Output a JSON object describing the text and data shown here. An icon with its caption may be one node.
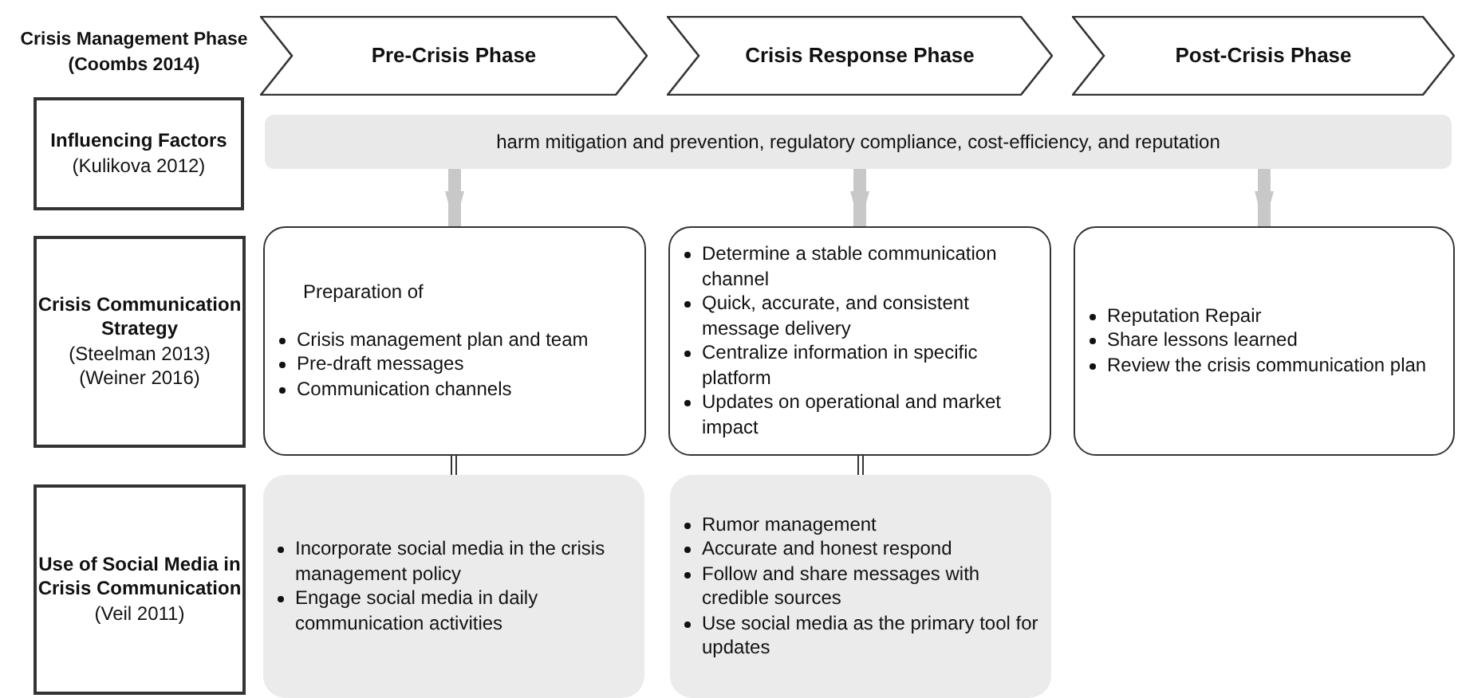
{
  "diagram": {
    "nodes": [
      {
        "text": [
          "Pre-Crisis Phase"
        ]
      },
      {
        "text": [
          "Crisis Response Phase"
        ]
      },
      {
        "text": [
          "Post-Crisis Phase"
        ]
      },
      {
        "text": [
          "Influencing Factors",
          "(Kulikova 2012)"
        ]
      },
      {
        "text": [
          "harm mitigation and prevention, regulatory compliance, cost-efficiency, and reputation"
        ]
      },
      {
        "text": [
          "Crisis Communication Strategy",
          "(Steelman 2013)",
          "(Weiner 2016)"
        ]
      },
      {
        "text": [
          "Preparation of",
          "Crisis management plan and team",
          "Pre-draft messages",
          "Communication channels"
        ]
      },
      {
        "text": [
          "Determine a stable communication channel",
          "Quick, accurate, and consistent message delivery",
          "Centralize information in specific platform",
          "Updates on operational and market impact"
        ]
      },
      {
        "text": [
          "Reputation Repair",
          "Share lessons learned",
          "Review the crisis communication plan"
        ]
      },
      {
        "text": [
          "Use of Social Media in Crisis Communication",
          "(Veil 2011)"
        ]
      },
      {
        "text": [
          "Incorporate social media in the crisis management policy",
          "Engage social media in daily communication activities"
        ]
      },
      {
        "text": [
          "Rumor management",
          "Accurate and honest respond",
          "Follow and share messages with credible sources",
          "Use social media as the primary tool for updates"
        ]
      }
    ],
    "edges": [
      {
        "from": 4,
        "to": 6,
        "arrow": "to",
        "color": "#c8c8c8"
      },
      {
        "from": 4,
        "to": 7,
        "arrow": "to",
        "color": "#c8c8c8"
      },
      {
        "from": 4,
        "to": 8,
        "arrow": "to",
        "color": "#c8c8c8"
      },
      {
        "from": 6,
        "to": 10,
        "arrow": "none",
        "color": "#333333"
      },
      {
        "from": 7,
        "to": 11,
        "arrow": "none",
        "color": "#333333"
      }
    ],
    "labels": [
      "Crisis Management Phase (Coombs 2014)"
    ]
  }
}
